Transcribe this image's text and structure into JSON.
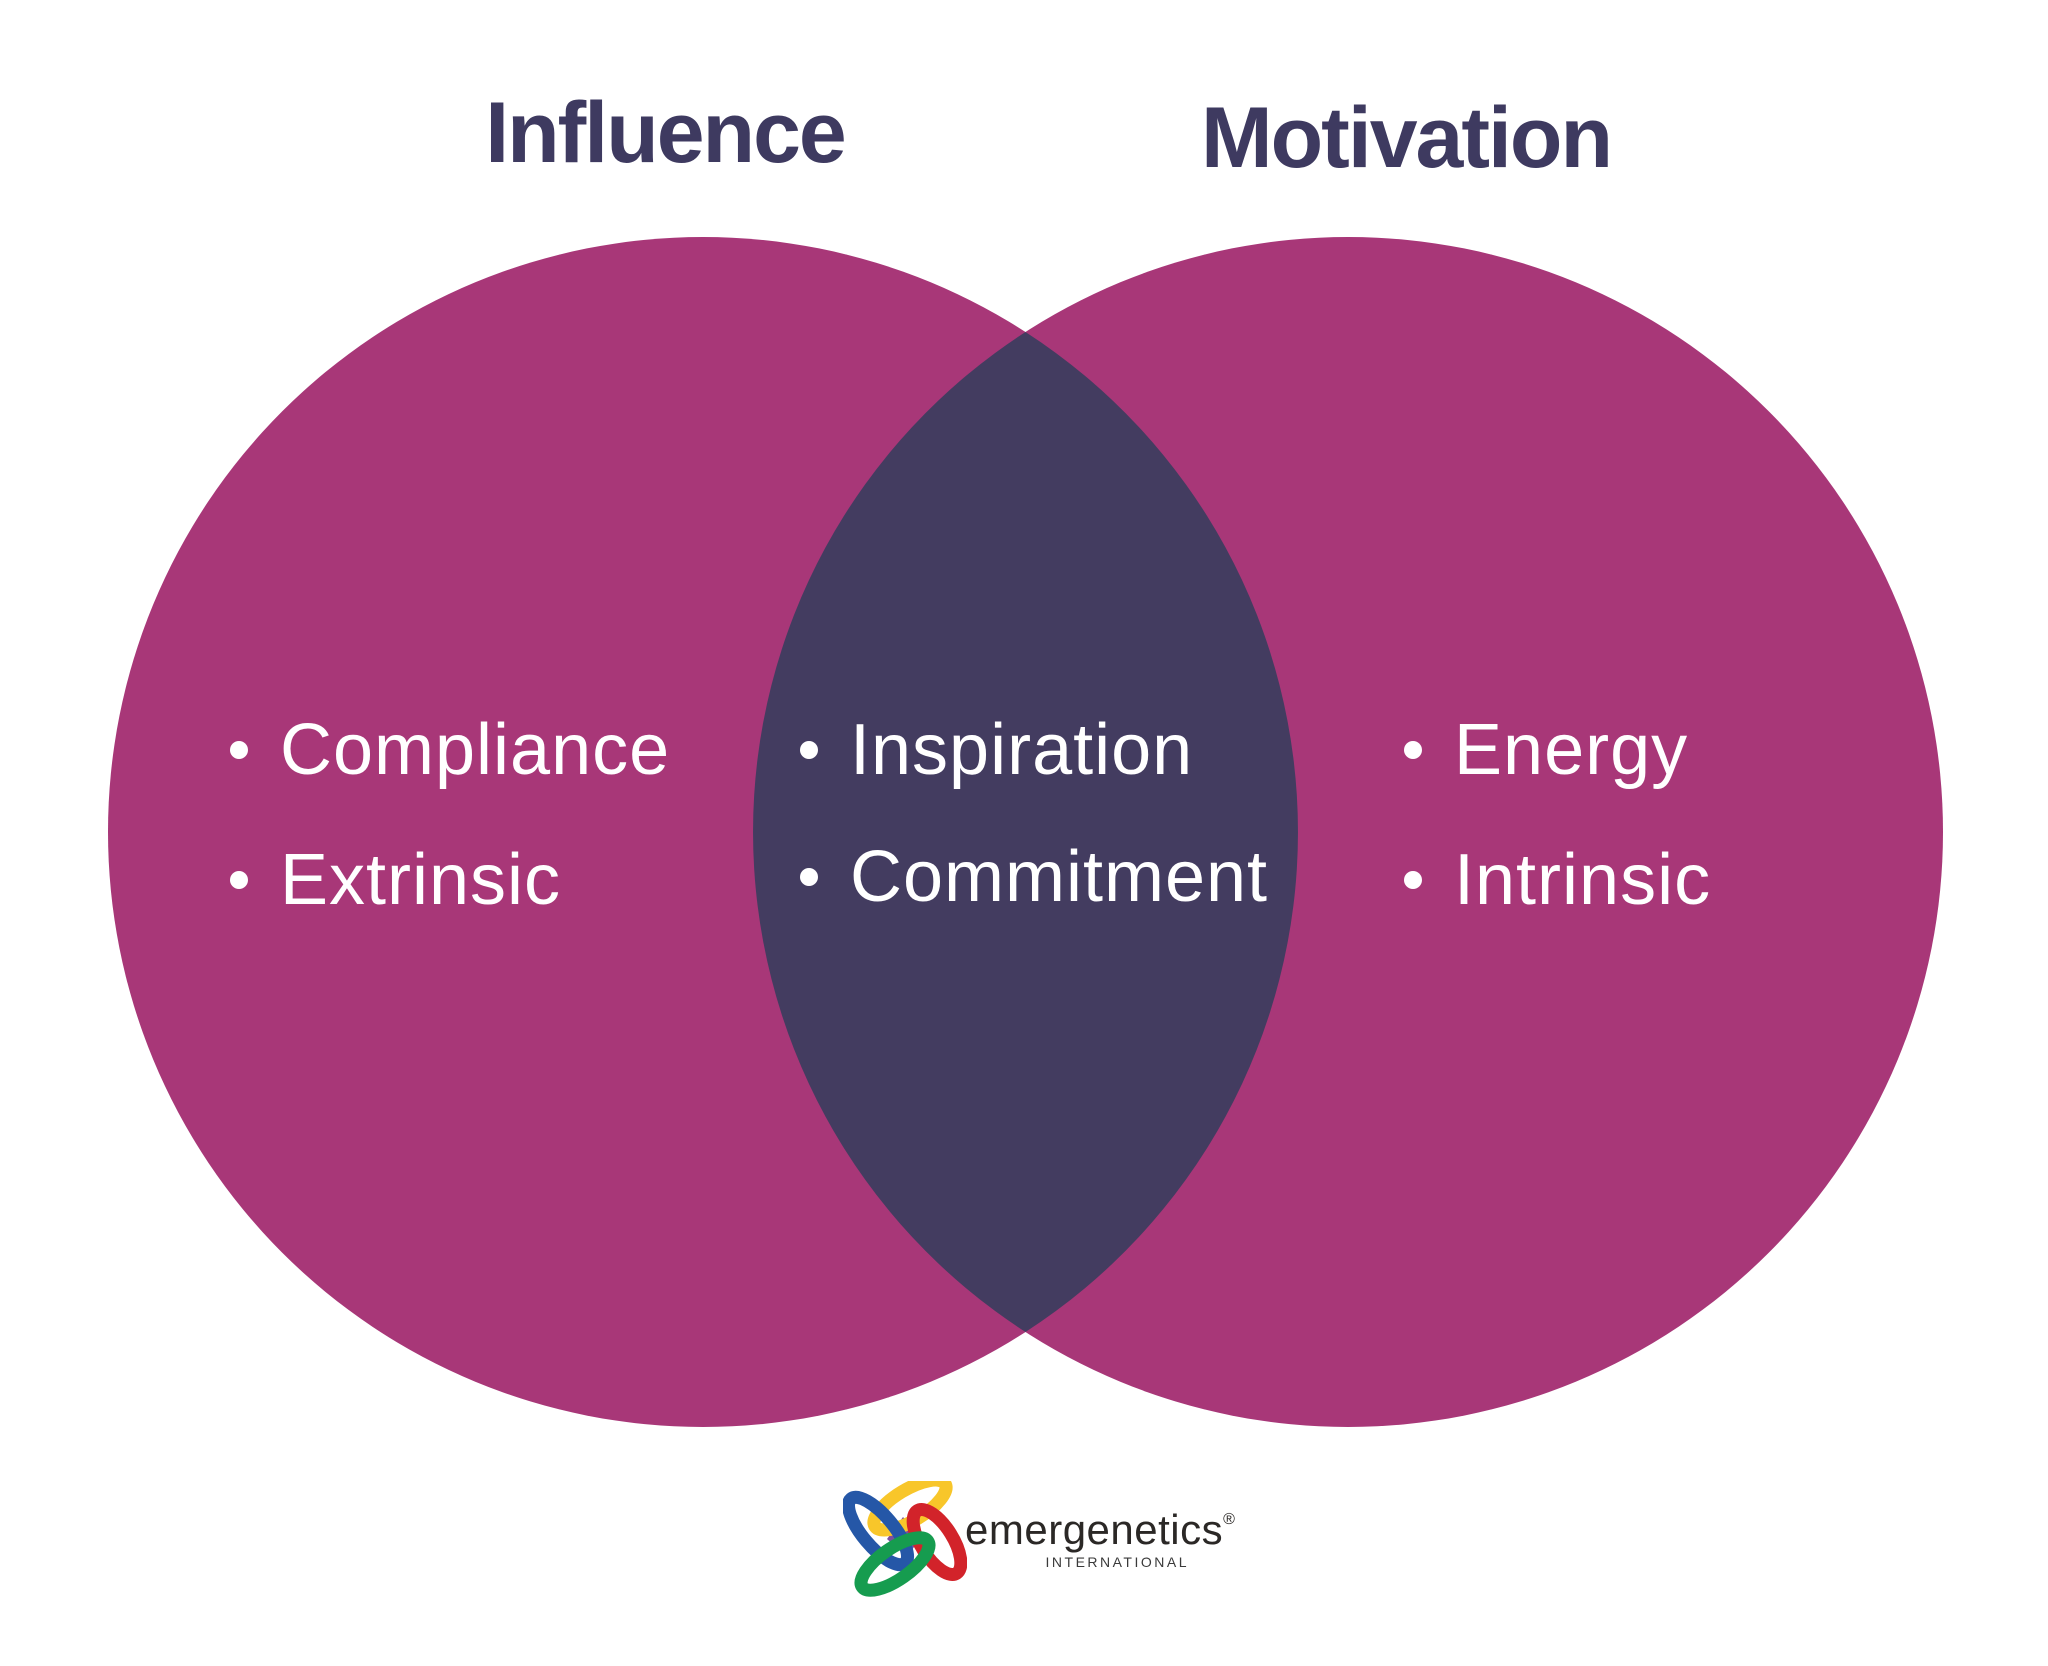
{
  "page": {
    "background": "#FFFFFF"
  },
  "venn": {
    "left_circle": {
      "title": "Influence",
      "items": [
        "Compliance",
        "Extrinsic"
      ]
    },
    "overlap": {
      "items": [
        "Inspiration",
        "Commitment"
      ]
    },
    "right_circle": {
      "title": "Motivation",
      "items": [
        "Energy",
        "Intrinsic"
      ]
    }
  },
  "colors": {
    "circle_fill": "#A83778",
    "overlap_fill": "#433C60",
    "title_text": "#3E3A60",
    "item_text": "#FFFFFF"
  },
  "logo": {
    "brand": "emergenetics",
    "registered_mark": "®",
    "subtitle": "INTERNATIONAL",
    "mark_colors": {
      "blue": "#2557A7",
      "yellow": "#F8C62A",
      "red": "#D2232A",
      "green": "#169C4F",
      "purple": "#7C4EA1"
    }
  }
}
